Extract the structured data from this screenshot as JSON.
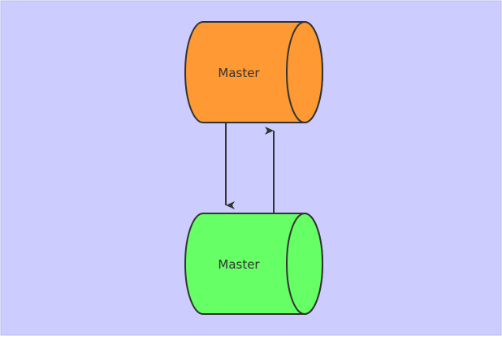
{
  "diagram": {
    "background_color": "#ccccff",
    "stroke_color": "#333333",
    "nodes": [
      {
        "id": "top",
        "label": "Master",
        "fill": "#ff9933"
      },
      {
        "id": "bottom",
        "label": "Master",
        "fill": "#66ff66"
      }
    ],
    "edges": [
      {
        "from": "top",
        "to": "bottom"
      },
      {
        "from": "bottom",
        "to": "top"
      }
    ]
  }
}
